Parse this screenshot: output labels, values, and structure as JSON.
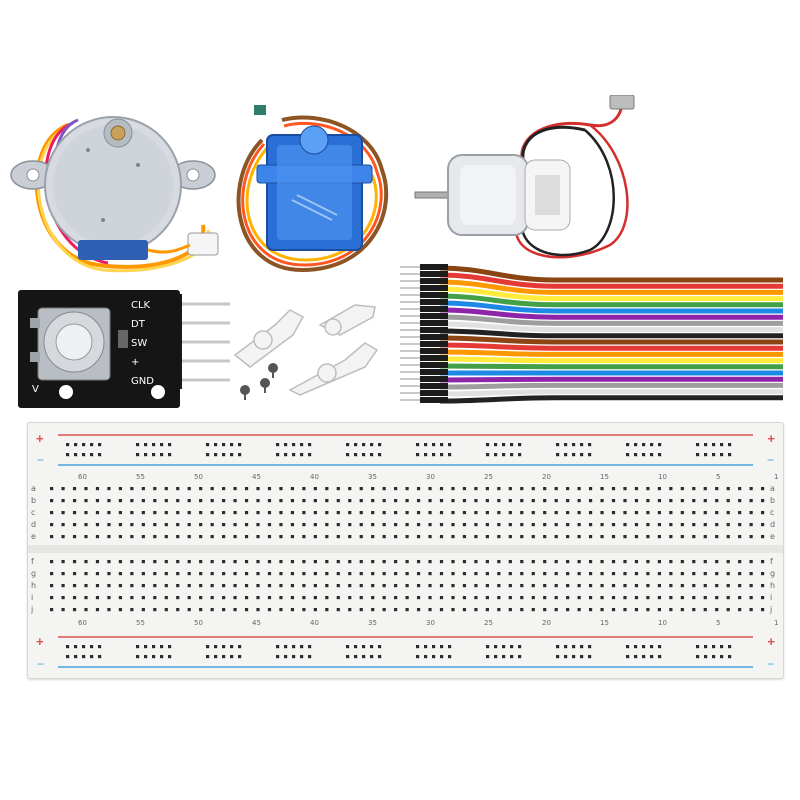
{
  "encoder_module": {
    "pin_labels": [
      "CLK",
      "DT",
      "SW",
      "+",
      "GND"
    ],
    "corner_mark": "V"
  },
  "breadboard": {
    "column_numbers": [
      "60",
      "55",
      "50",
      "45",
      "40",
      "35",
      "30",
      "25",
      "20",
      "15",
      "10",
      "5",
      "1"
    ],
    "top_row_letters": [
      "a",
      "b",
      "c",
      "d",
      "e"
    ],
    "bottom_row_letters": [
      "f",
      "g",
      "h",
      "i",
      "j"
    ],
    "rail_plus": "+",
    "rail_minus": "−",
    "colors": {
      "red_line": "#d9534f",
      "blue_line": "#4aa3d6",
      "hole": "#2b2b2b",
      "board": "#f4f4f2"
    }
  },
  "ribbon_cable": {
    "wire_colors": [
      "#8b4513",
      "#e53935",
      "#ff9800",
      "#ffeb3b",
      "#43a047",
      "#1e88e5",
      "#8e24aa",
      "#9e9e9e",
      "#ffffff",
      "#222222"
    ]
  }
}
